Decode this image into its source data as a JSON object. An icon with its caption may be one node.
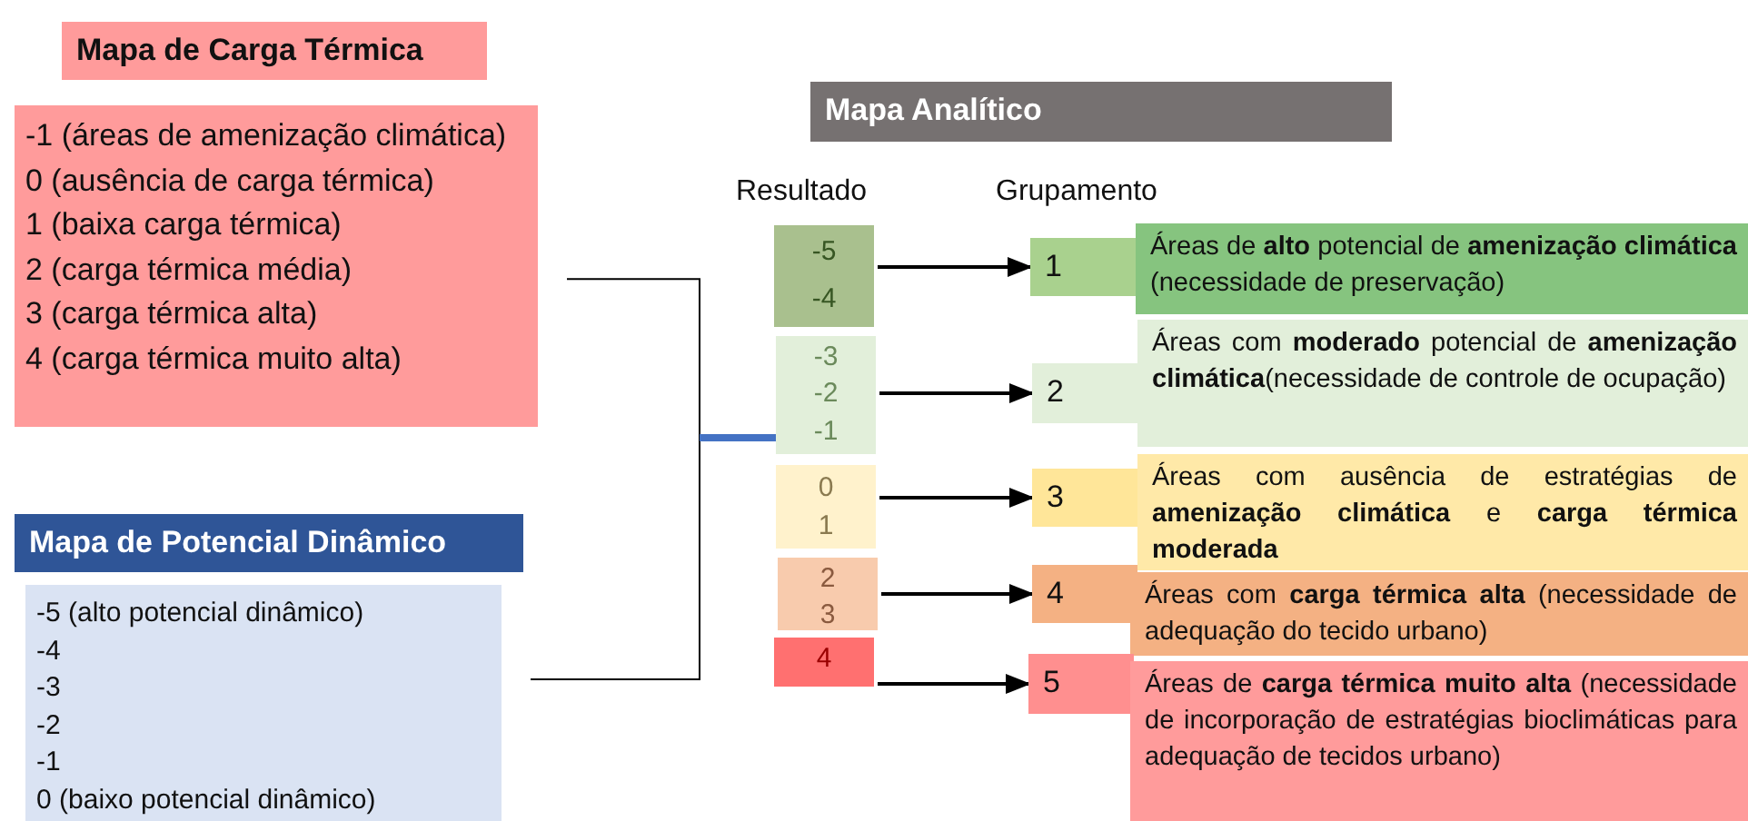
{
  "diagram": {
    "nodes": [
      {
        "text": [
          "Mapa de Carga Térmica"
        ]
      },
      {
        "text": [
          "-1 (áreas de amenização climática)",
          "0 (ausência de carga térmica)",
          "1 (baixa carga térmica)",
          "2 (carga térmica média)",
          "3 (carga térmica alta)",
          "4 (carga térmica muito alta)"
        ]
      },
      {
        "text": [
          "Mapa de Potencial Dinâmico"
        ]
      },
      {
        "text": [
          "-5 (alto potencial dinâmico)",
          "-4",
          "-3",
          "-2",
          "-1",
          "0 (baixo potencial dinâmico)"
        ]
      },
      {
        "text": [
          "Mapa Analítico"
        ]
      },
      {
        "text": [
          "-5",
          "-4"
        ]
      },
      {
        "text": [
          "-3",
          "-2",
          "-1"
        ]
      },
      {
        "text": [
          "0",
          "1"
        ]
      },
      {
        "text": [
          "2",
          "3"
        ]
      },
      {
        "text": [
          "4"
        ]
      },
      {
        "text": [
          "1"
        ]
      },
      {
        "text": [
          "Áreas de **alto** potencial de **amenização climática** (necessidade de preservação)"
        ]
      },
      {
        "text": [
          "2"
        ]
      },
      {
        "text": [
          "Áreas com **moderado** potencial de **amenização climática**(necessidade de controle de ocupação)"
        ]
      },
      {
        "text": [
          "3"
        ]
      },
      {
        "text": [
          "Áreas com ausência de estratégias de **amenização climática** e **carga térmica moderada**"
        ]
      },
      {
        "text": [
          "4"
        ]
      },
      {
        "text": [
          "Áreas com **carga térmica  alta** (necessidade de adequação do tecido urbano)"
        ]
      },
      {
        "text": [
          "5"
        ]
      },
      {
        "text": [
          "Áreas de **carga térmica muito alta** (necessidade de incorporação de estratégias bioclimáticas para adequação de tecidos urbano)"
        ]
      }
    ],
    "edges": [
      {
        "from": 1,
        "to": 6,
        "arrow": "none"
      },
      {
        "from": 3,
        "to": 6,
        "arrow": "none"
      },
      {
        "from": 5,
        "to": 10,
        "arrow": "to"
      },
      {
        "from": 6,
        "to": 12,
        "arrow": "to"
      },
      {
        "from": 7,
        "to": 14,
        "arrow": "to"
      },
      {
        "from": 8,
        "to": 16,
        "arrow": "to"
      },
      {
        "from": 9,
        "to": 18,
        "arrow": "to"
      }
    ],
    "labels": [
      "Resultado",
      "Grupamento"
    ]
  }
}
